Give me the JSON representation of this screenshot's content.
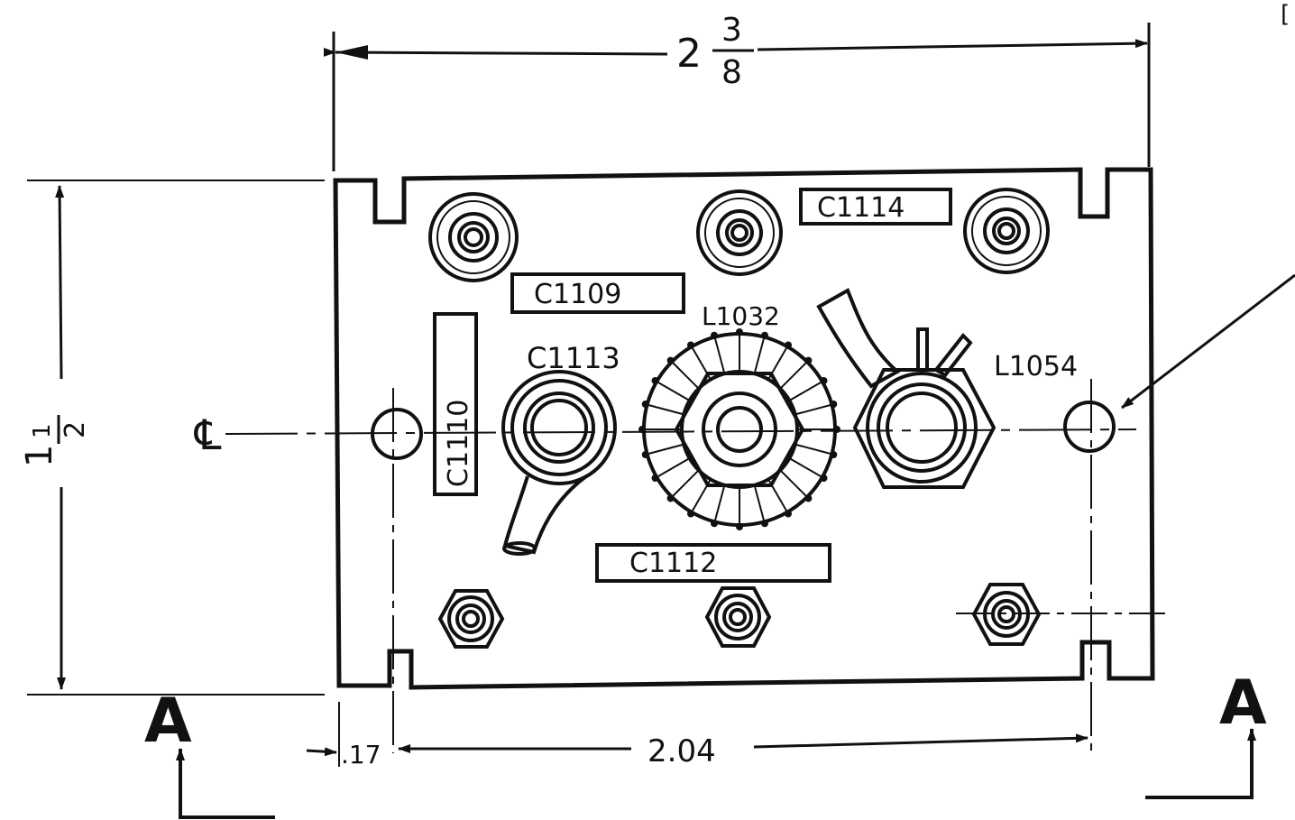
{
  "dimensions": {
    "overall_width": {
      "whole": "2",
      "numerator": "3",
      "denominator": "8"
    },
    "overall_height": {
      "whole": "1",
      "numerator": "1",
      "denominator": "2"
    },
    "hole_offset": ".17",
    "hole_spacing": "2.04"
  },
  "centerline_symbol": "℄",
  "section_marks": {
    "left": "A",
    "right": "A"
  },
  "labels": {
    "c1114": "C1114",
    "c1109": "C1109",
    "c1110": "C1110",
    "c1113": "C1113",
    "l1032": "L1032",
    "l1054": "L1054",
    "c1112": "C1112"
  },
  "corner_mark": "["
}
